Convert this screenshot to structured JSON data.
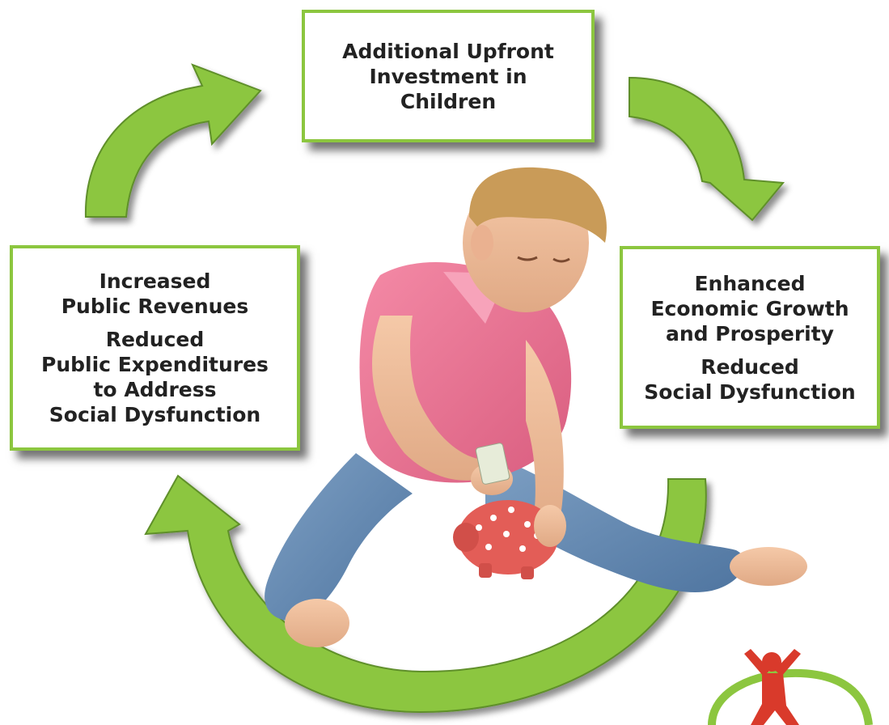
{
  "boxes": {
    "top": {
      "lines": [
        "Additional Upfront",
        "Investment in",
        "Children"
      ]
    },
    "right": {
      "para1": [
        "Enhanced",
        "Economic Growth",
        "and Prosperity"
      ],
      "para2": [
        "Reduced",
        "Social Dysfunction"
      ]
    },
    "left": {
      "para1": [
        "Increased",
        "Public Revenues"
      ],
      "para2": [
        "Reduced",
        "Public Expenditures",
        "to Address",
        "Social Dysfunction"
      ]
    }
  },
  "colors": {
    "arrow_green": "#8cc63f",
    "arrow_outline": "#5f8f2a",
    "box_border": "#8cc63f",
    "logo_red": "#d93a2b"
  },
  "icons": [
    "arrow-top-left-icon",
    "arrow-top-right-icon",
    "arrow-bottom-icon",
    "child-with-piggy-bank-photo",
    "jumping-figure-logo-icon"
  ]
}
